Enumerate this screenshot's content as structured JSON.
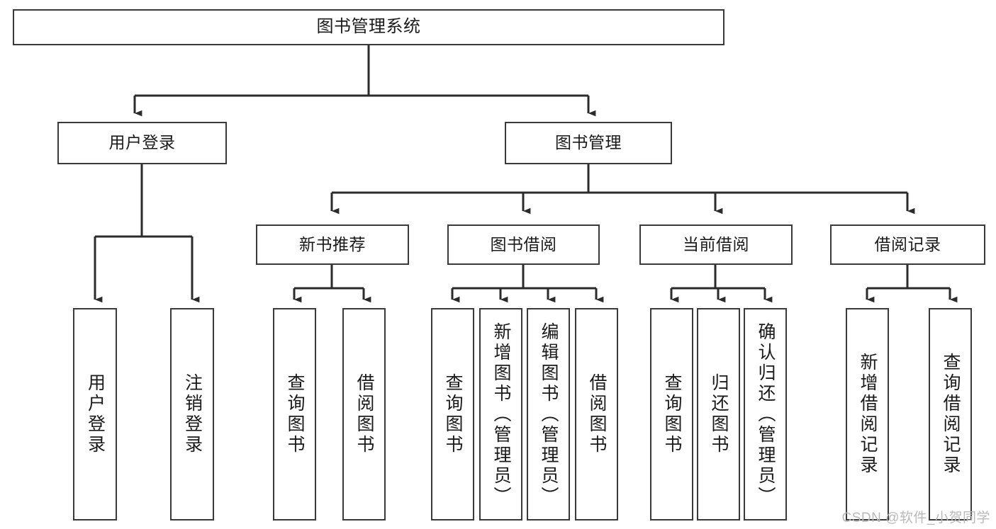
{
  "diagram": {
    "title": "图书管理系统",
    "type": "tree",
    "orientation": "top-down",
    "colors": {
      "box_border": "#3a3a3a",
      "box_fill": "#ffffff",
      "connector": "#2b2b2b",
      "text": "#1a1a1a",
      "watermark": "#b9b9b9",
      "background": "#ffffff"
    },
    "watermark": "CSDN @软件_小贺同学",
    "levels": {
      "root": {
        "id": "root",
        "label": "图书管理系统"
      },
      "level1": [
        {
          "id": "user-login",
          "label": "用户登录"
        },
        {
          "id": "book-manage",
          "label": "图书管理"
        }
      ],
      "level2": [
        {
          "id": "new-book-recommend",
          "label": "新书推荐",
          "parent": "book-manage"
        },
        {
          "id": "book-borrow",
          "label": "图书借阅",
          "parent": "book-manage"
        },
        {
          "id": "current-borrow",
          "label": "当前借阅",
          "parent": "book-manage"
        },
        {
          "id": "borrow-record",
          "label": "借阅记录",
          "parent": "book-manage"
        }
      ],
      "level3": [
        {
          "id": "leaf-user-login",
          "label": "用户登录",
          "parent": "user-login"
        },
        {
          "id": "leaf-logout-login",
          "label": "注销登录",
          "parent": "user-login"
        },
        {
          "id": "leaf-query-book-rec",
          "label": "查询图书",
          "parent": "new-book-recommend"
        },
        {
          "id": "leaf-borrow-book-rec",
          "label": "借阅图书",
          "parent": "new-book-recommend"
        },
        {
          "id": "leaf-query-book-borrow",
          "label": "查询图书",
          "parent": "book-borrow"
        },
        {
          "id": "leaf-add-book",
          "label": "新增图书（管理员）",
          "parent": "book-borrow"
        },
        {
          "id": "leaf-edit-book",
          "label": "编辑图书（管理员）",
          "parent": "book-borrow"
        },
        {
          "id": "leaf-borrow-book",
          "label": "借阅图书",
          "parent": "book-borrow"
        },
        {
          "id": "leaf-query-book-current",
          "label": "查询图书",
          "parent": "current-borrow"
        },
        {
          "id": "leaf-return-book",
          "label": "归还图书",
          "parent": "current-borrow"
        },
        {
          "id": "leaf-confirm-return",
          "label": "确认归还（管理员）",
          "parent": "current-borrow"
        },
        {
          "id": "leaf-add-record",
          "label": "新增借阅记录",
          "parent": "borrow-record"
        },
        {
          "id": "leaf-query-record",
          "label": "查询借阅记录",
          "parent": "borrow-record"
        }
      ]
    }
  }
}
